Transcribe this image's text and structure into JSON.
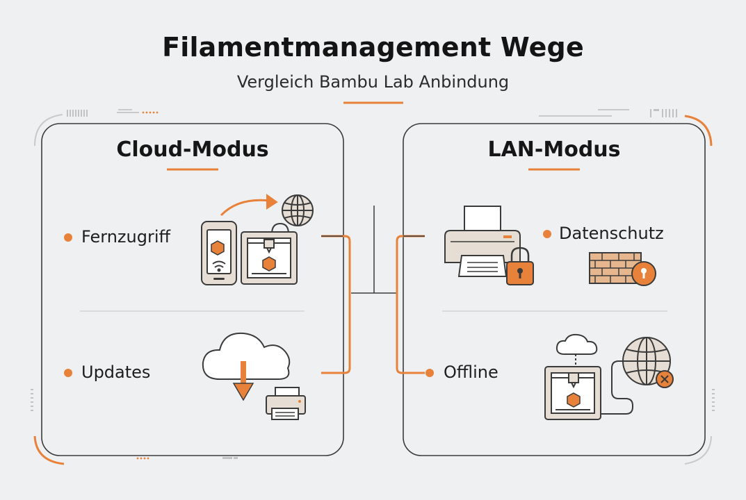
{
  "header": {
    "title": "Filamentmanagement Wege",
    "subtitle": "Vergleich Bambu Lab Anbindung"
  },
  "panels": [
    {
      "title": "Cloud-Modus",
      "items": [
        {
          "label": "Fernzugriff",
          "icon": "phone-to-printer-remote-icon"
        },
        {
          "label": "Updates",
          "icon": "cloud-download-printer-icon"
        }
      ]
    },
    {
      "title": "LAN-Modus",
      "items": [
        {
          "label": "Datenschutz",
          "icon": "printer-lock-firewall-icon"
        },
        {
          "label": "Offline",
          "icon": "printer-globe-disconnected-icon"
        }
      ]
    }
  ],
  "colors": {
    "accent": "#e8823a",
    "line": "#3a3a3a",
    "icon_fill": "#e6ded4",
    "background": "#eff0f2"
  }
}
